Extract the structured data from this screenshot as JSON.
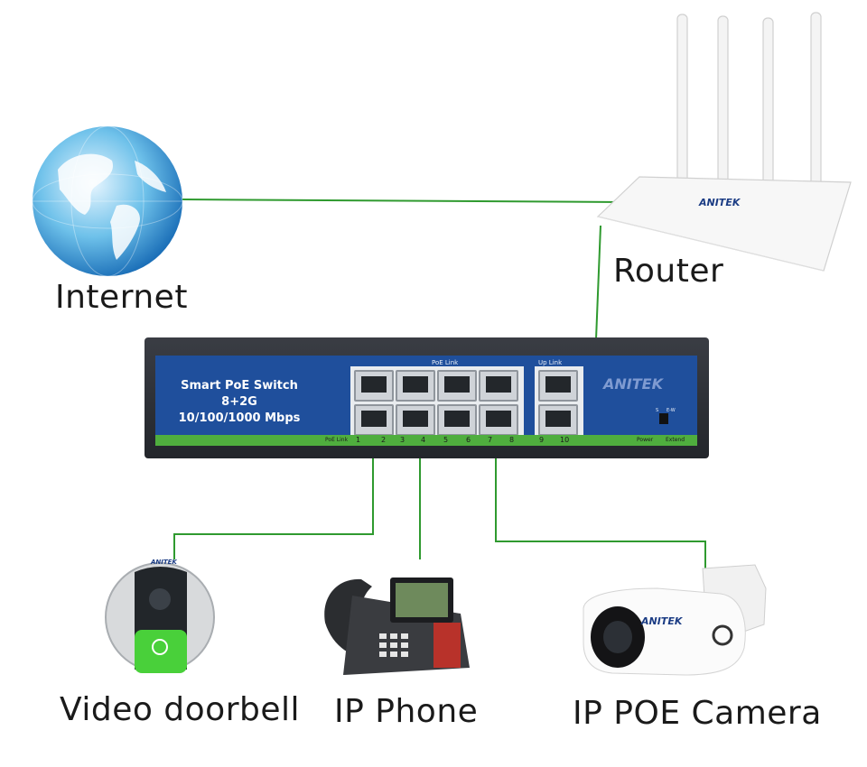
{
  "captions": {
    "internet": "Internet",
    "router": "Router",
    "doorbell": "Video doorbell",
    "phone": "IP Phone",
    "camera": "IP POE Camera"
  },
  "switch": {
    "title": "Smart PoE Switch",
    "subtitle": "8+2G",
    "speed": "10/100/1000 Mbps",
    "poe_link_label": "PoE Link",
    "up_link_label": "Up Link",
    "ports_label": "PoE Link",
    "port_numbers": [
      "1",
      "2",
      "3",
      "4",
      "5",
      "6",
      "7",
      "8",
      "9",
      "10"
    ],
    "power_label": "Power",
    "extend_label": "Extend",
    "switch_labels": [
      "S",
      "E-W"
    ]
  },
  "brand": {
    "name": "ANITEK"
  },
  "colors": {
    "wire": "#2f9a2f",
    "switch_panel": "#1f4f9c",
    "switch_strip": "#4fae3e",
    "doorbell_green": "#49d03a"
  },
  "icons": [
    "globe-icon",
    "router-icon",
    "poe-switch-icon",
    "doorbell-icon",
    "ip-phone-icon",
    "camera-icon"
  ]
}
